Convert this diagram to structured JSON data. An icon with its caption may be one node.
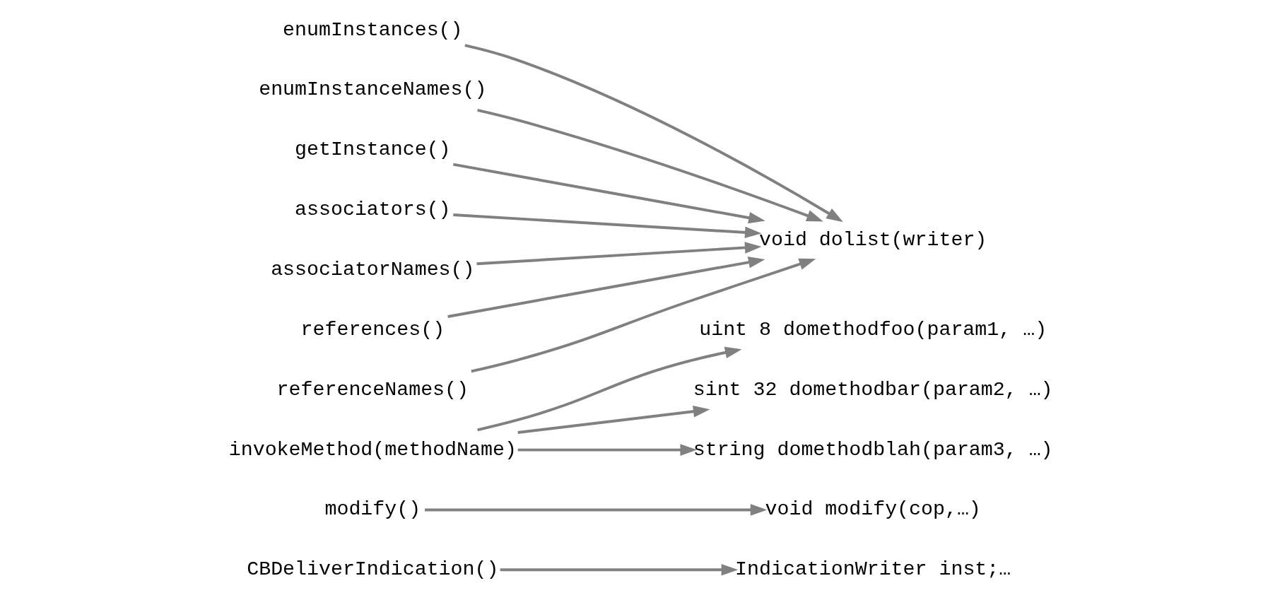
{
  "diagram": {
    "nodes": [
      {
        "text": [
          "enumInstances()"
        ]
      },
      {
        "text": [
          "enumInstanceNames()"
        ]
      },
      {
        "text": [
          "getInstance()"
        ]
      },
      {
        "text": [
          "associators()"
        ]
      },
      {
        "text": [
          "associatorNames()"
        ]
      },
      {
        "text": [
          "references()"
        ]
      },
      {
        "text": [
          "referenceNames()"
        ]
      },
      {
        "text": [
          "invokeMethod(methodName)"
        ]
      },
      {
        "text": [
          "modify()"
        ]
      },
      {
        "text": [
          "CBDeliverIndication()"
        ]
      },
      {
        "text": [
          "void dolist(writer)"
        ]
      },
      {
        "text": [
          "uint 8 domethodfoo(param1, …)"
        ]
      },
      {
        "text": [
          "sint 32 domethodbar(param2, …)"
        ]
      },
      {
        "text": [
          "string domethodblah(param3, …)"
        ]
      },
      {
        "text": [
          "void modify(cop,…)"
        ]
      },
      {
        "text": [
          "IndicationWriter inst;…"
        ]
      }
    ],
    "edges": [
      {
        "from": 0,
        "to": 10,
        "arrow": "to"
      },
      {
        "from": 1,
        "to": 10,
        "arrow": "to"
      },
      {
        "from": 2,
        "to": 10,
        "arrow": "to"
      },
      {
        "from": 3,
        "to": 10,
        "arrow": "to"
      },
      {
        "from": 4,
        "to": 10,
        "arrow": "to"
      },
      {
        "from": 5,
        "to": 10,
        "arrow": "to"
      },
      {
        "from": 6,
        "to": 10,
        "arrow": "to"
      },
      {
        "from": 7,
        "to": 11,
        "arrow": "to"
      },
      {
        "from": 7,
        "to": 12,
        "arrow": "to"
      },
      {
        "from": 7,
        "to": 13,
        "arrow": "to"
      },
      {
        "from": 8,
        "to": 14,
        "arrow": "to"
      },
      {
        "from": 9,
        "to": 15,
        "arrow": "to"
      }
    ]
  }
}
